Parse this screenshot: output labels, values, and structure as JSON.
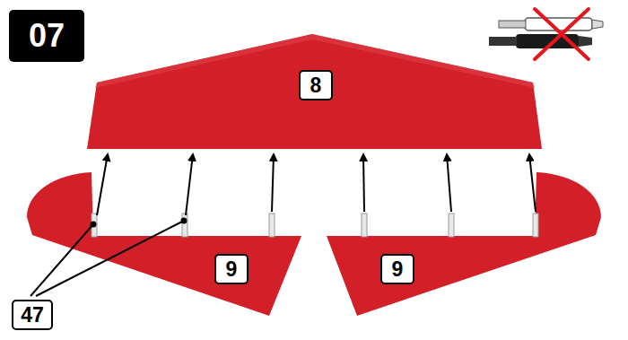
{
  "diagram": {
    "nodes": [
      {
        "text": [
          "07"
        ]
      },
      {
        "text": [
          "8"
        ]
      },
      {
        "text": [
          "9"
        ]
      },
      {
        "text": [
          "9"
        ]
      },
      {
        "text": [
          "47"
        ]
      }
    ]
  }
}
